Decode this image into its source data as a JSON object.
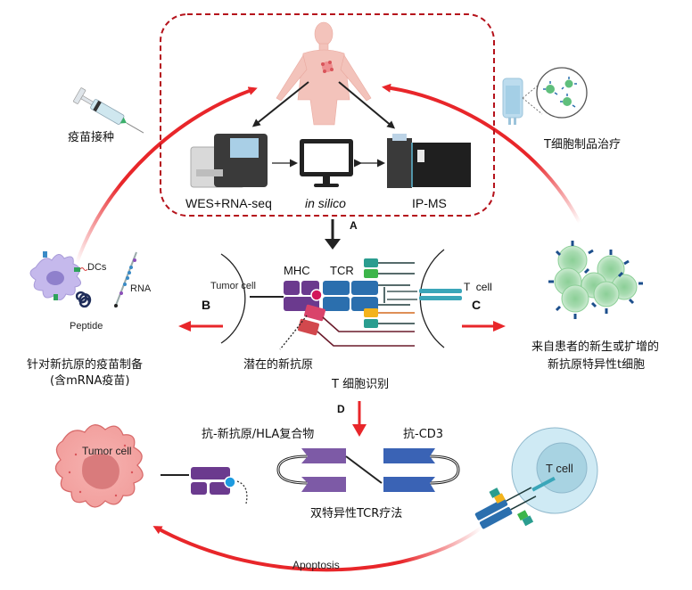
{
  "workflow_box": {
    "steps": [
      "WES+RNA-seq",
      "in silico",
      "IP-MS"
    ]
  },
  "vaccination": {
    "label": "疫苗接种"
  },
  "t_cell_therapy": {
    "label": "T细胞制品治疗"
  },
  "vaccine_panel": {
    "labels": {
      "dcs": "DCs",
      "rna": "RNA",
      "peptide": "Peptide"
    },
    "caption_line1": "针对新抗原的疫苗制备",
    "caption_line2": "(含mRNA疫苗)"
  },
  "recognition_panel": {
    "arrow_a": "A",
    "arrow_b": "B",
    "arrow_c": "C",
    "tumor_cell": "Tumor cell",
    "mhc": "MHC",
    "tcr": "TCR",
    "t_cell": "T  cell",
    "potential_neoantigen": "潜在的新抗原",
    "caption": "T 细胞识别"
  },
  "tcell_panel": {
    "caption_line1": "来自患者的新生或扩增的",
    "caption_line2": "新抗原特异性t细胞"
  },
  "bispecific_panel": {
    "arrow_d": "D",
    "anti_neoantigen_hla": "抗-新抗原/HLA复合物",
    "anti_cd3": "抗-CD3",
    "caption": "双特异性TCR疗法",
    "tumor_cell": "Tumor cell",
    "t_cell": "T cell",
    "apoptosis": "Apoptosis"
  },
  "colors": {
    "red_arrow": "#e8262a",
    "dashed_box": "#b5121b",
    "mhc_purple": "#6b3a8e",
    "tcr_blue": "#2b6fae",
    "bispecific_purple": "#7d5aa6",
    "bispecific_blue": "#3a63b5",
    "tumor_pink": "#f4a7a6",
    "tcell_blue": "#bfe3ef",
    "green_cell": "#9fd4a8"
  }
}
